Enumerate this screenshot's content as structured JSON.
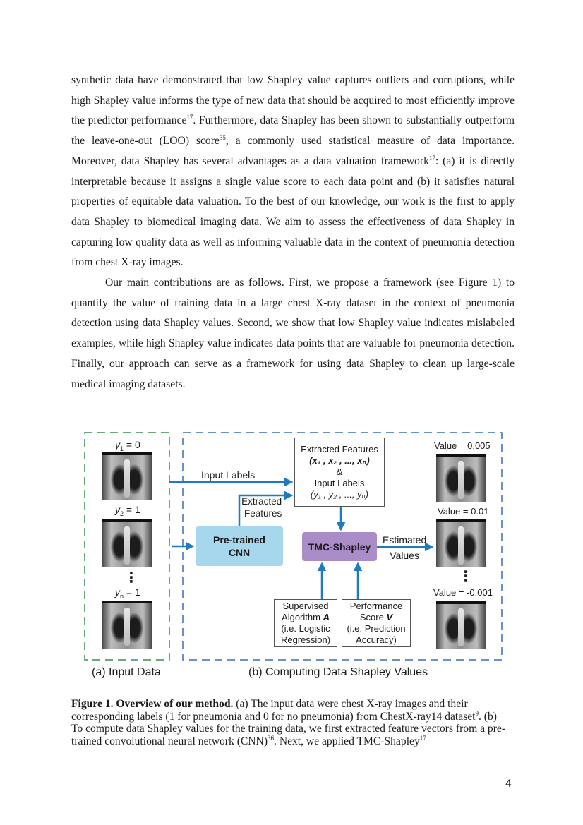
{
  "body": {
    "paragraph1": {
      "text_a": "synthetic data have demonstrated that low Shapley value captures outliers and corruptions, while high Shapley value informs the type of new data that should be acquired to most efficiently improve the predictor performance",
      "ref_a": "17",
      "text_b": ". Furthermore, data Shapley has been shown to substantially outperform the leave-one-out (LOO) score",
      "ref_b": "35",
      "text_c": ", a commonly used statistical measure of data importance. Moreover, data Shapley has several advantages as a data valuation framework",
      "ref_c": "17",
      "text_d": ": (a) it is directly interpretable because it assigns a single value score to each data point and (b) it satisfies natural properties of equitable data valuation. To the best of our knowledge, our work is the first to apply data Shapley to biomedical imaging data. We aim to assess the effectiveness of data Shapley in capturing low quality data as well as informing valuable data in the context of pneumonia detection from chest X-ray images."
    },
    "paragraph2": "Our main contributions are as follows. First, we propose a framework (see Figure 1) to quantify the value of training data in a large chest X-ray dataset in the context of pneumonia detection using data Shapley values. Second, we show that low Shapley value indicates mislabeled examples, while high Shapley value indicates data points that are valuable for pneumonia detection. Finally, our approach can serve as a framework for using data Shapley to clean up large-scale medical imaging datasets."
  },
  "figure": {
    "input_labels": {
      "y1": {
        "var": "y",
        "sub": "1",
        "value": " = 0"
      },
      "y2": {
        "var": "y",
        "sub": "2",
        "value": " = 1"
      },
      "yn": {
        "var": "y",
        "sub": "n",
        "value": " = 1"
      }
    },
    "ellipsis": "⋮",
    "input_labels_arrow": "Input Labels",
    "extracted_features_arrow": [
      "Extracted",
      "Features"
    ],
    "cnn": [
      "Pre-trained",
      "CNN"
    ],
    "tmc": "TMC-Shapley",
    "estimated_values": [
      "Estimated",
      "Values"
    ],
    "features_box": {
      "line1": "Extracted Features",
      "line2": "(x₁ , x₂ , ..., xₙ)",
      "line3": "&",
      "line4": "Input Labels",
      "line5": "(y₁ , y₂ , ..., yₙ)"
    },
    "supervised_box": {
      "line1": "Supervised",
      "line2a": "Algorithm ",
      "line2b": "A",
      "line3": "(i.e. Logistic",
      "line4": "Regression)"
    },
    "performance_box": {
      "line1": "Performance",
      "line2a": "Score ",
      "line2b": "V",
      "line3": "(i.e. Prediction",
      "line4": "Accuracy)"
    },
    "values": {
      "v1": "Value = 0.005",
      "v2": "Value = 0.01",
      "vn": "Value = -0.001"
    },
    "panel_a": "(a) Input Data",
    "panel_b": "(b) Computing Data Shapley Values",
    "colors": {
      "green_dash": "#3d8b4f",
      "blue_dash": "#3a6fb3",
      "arrow": "#1f7bbf",
      "cnn_box": "#a6d7ec",
      "tmc_box": "#a98cc8"
    }
  },
  "caption": {
    "label": "Figure 1. Overview of our method.",
    "text_a": " (a) The input data were chest X-ray images and their corresponding labels (1 for pneumonia and 0 for no pneumonia) from ChestX-ray14 dataset",
    "ref_a": "9",
    "text_b": ". (b) To compute data Shapley values for the training data, we first extracted feature vectors from a pre-trained convolutional neural network (CNN)",
    "ref_b": "36",
    "text_c": ". Next, we applied TMC-Shapley",
    "ref_c": "17"
  },
  "page_number": "4"
}
